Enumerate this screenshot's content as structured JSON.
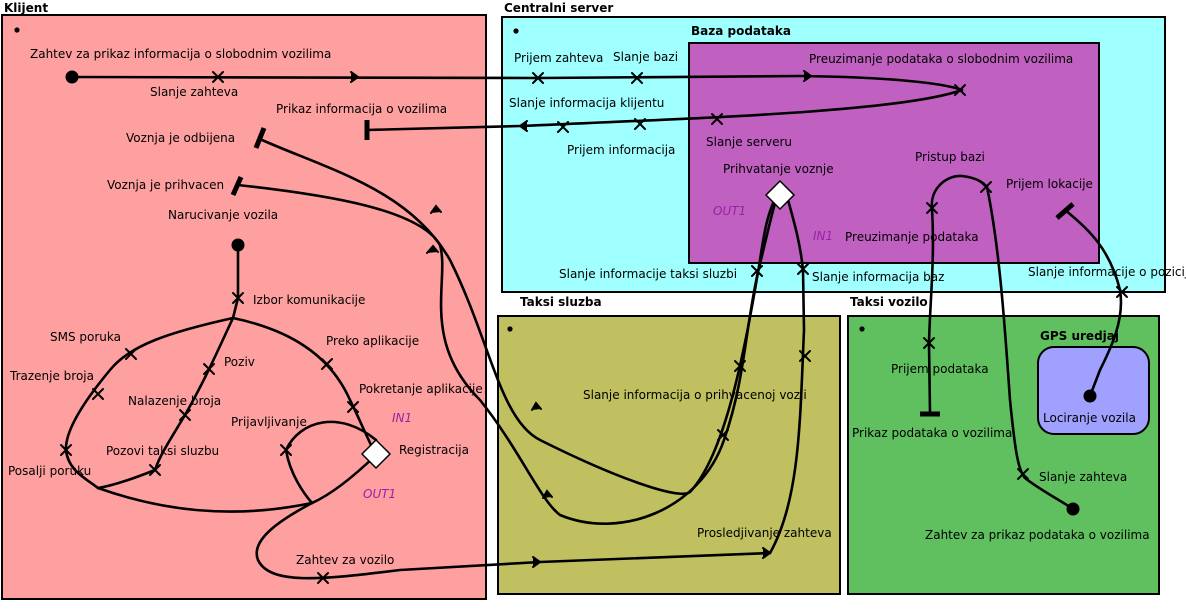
{
  "colors": {
    "klijent": "#ffa0a0",
    "server": "#a0ffff",
    "baza": "#c060c0",
    "taksi_sluzba": "#c0c060",
    "taksi_vozilo": "#60c060",
    "gps": "#a0a0ff",
    "annotation": "#9b1fa8"
  },
  "components": {
    "klijent": "Klijent",
    "server": "Centralni server",
    "baza": "Baza podataka",
    "taksi_sluzba": "Taksi sluzba",
    "taksi_vozilo": "Taksi vozilo",
    "gps": "GPS uredjaj"
  },
  "labels": {
    "zahtev_info_slobodni": "Zahtev za prikaz informacija o slobodnim vozilima",
    "slanje_zahteva_klijent": "Slanje zahteva",
    "prikaz_info_vozila": "Prikaz informacija o vozilima",
    "voznja_odbijena": "Voznja je odbijena",
    "voznja_prihvacena": "Voznja je prihvacen",
    "narucivanje_vozila": "Narucivanje vozila",
    "izbor_komunikacije": "Izbor komunikacije",
    "sms_poruka": "SMS poruka",
    "poziv": "Poziv",
    "preko_aplikacije": "Preko aplikacije",
    "trazenje_broja": "Trazenje broja",
    "nalazenje_broja": "Nalazenje broja",
    "pokretanje_aplikacije": "Pokretanje aplikacije",
    "prijavljivanje": "Prijavljivanje",
    "registracija": "Registracija",
    "pozovi_taksi": "Pozovi taksi sluzbu",
    "posalji_poruku": "Posalji poruku",
    "zahtev_za_vozilo": "Zahtev za vozilo",
    "prijem_zahteva": "Prijem zahteva",
    "slanje_bazi": "Slanje bazi",
    "slanje_info_klijentu": "Slanje informacija klijentu",
    "prijem_informacija": "Prijem informacija",
    "slanje_info_taksi": "Slanje informacije taksi sluzbi",
    "preuzimanje_slobodni": "Preuzimanje podataka o slobodnim vozilima",
    "slanje_serveru": "Slanje serveru",
    "prihvatanje_voznje": "Prihvatanje voznje",
    "pristup_bazi": "Pristup bazi",
    "prijem_lokacije": "Prijem lokacije",
    "preuzimanje_podataka": "Preuzimanje podataka",
    "slanje_info_baz": "Slanje informacija baz",
    "slanje_info_poziciji": "Slanje informacije o poziciji",
    "slanje_info_prihvacenoj": "Slanje informacija o prihvacenoj vozji",
    "prosledjivanje": "Prosledjivanje zahteva",
    "prijem_podataka": "Prijem podataka",
    "prikaz_podataka": "Prikaz podataka o vozilima",
    "lociranje_vozila": "Lociranje vozila",
    "slanje_zahteva_vozilo": "Slanje zahteva",
    "zahtev_prikaz_podataka": "Zahtev za prikaz podataka o vozilima"
  },
  "annotations": {
    "in1_client": "IN1",
    "out1_client": "OUT1",
    "out1_baza": "OUT1",
    "in1_baza": "IN1"
  }
}
